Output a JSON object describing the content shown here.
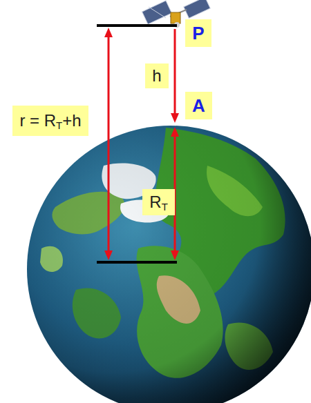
{
  "diagram": {
    "nodes": [
      {
        "text": [
          "P"
        ]
      },
      {
        "text": [
          "h"
        ]
      },
      {
        "text": [
          "A"
        ]
      },
      {
        "text": [
          "r = RT+h"
        ]
      },
      {
        "text": [
          "RT"
        ]
      }
    ]
  }
}
